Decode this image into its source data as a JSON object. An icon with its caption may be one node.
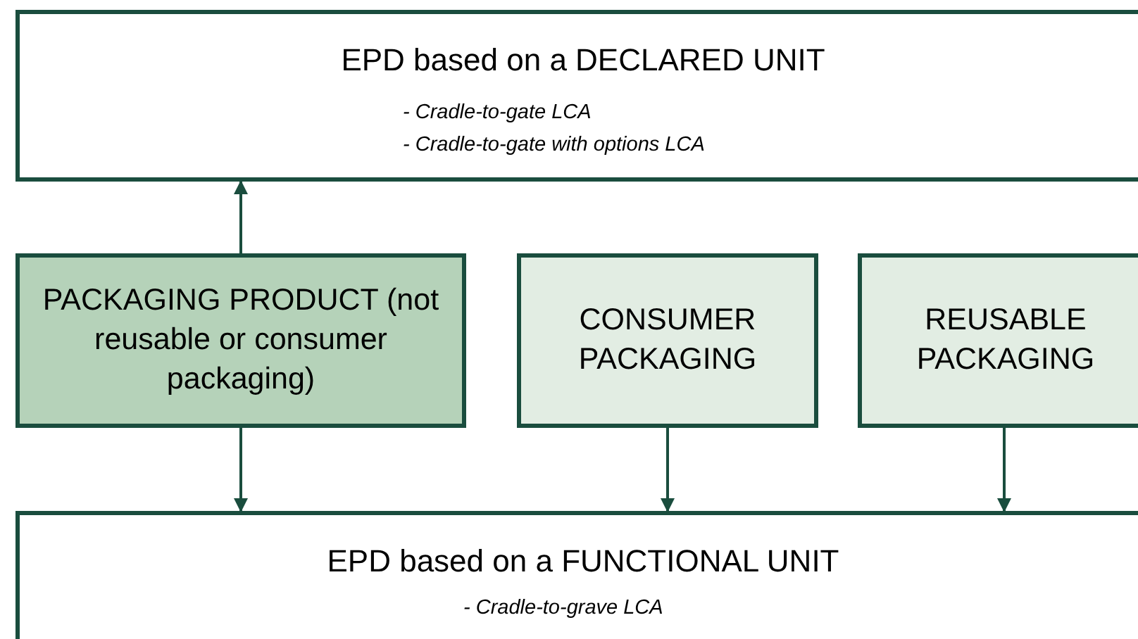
{
  "diagram": {
    "nodes": [
      {
        "text": [
          "EPD based on a DECLARED UNIT",
          "- Cradle-to-gate LCA",
          "- Cradle-to-gate with options LCA"
        ]
      },
      {
        "text": [
          "PACKAGING PRODUCT (not reusable or consumer packaging)"
        ]
      },
      {
        "text": [
          "CONSUMER PACKAGING"
        ]
      },
      {
        "text": [
          "REUSABLE PACKAGING"
        ]
      },
      {
        "text": [
          "EPD based on a FUNCTIONAL UNIT",
          "- Cradle-to-grave LCA"
        ]
      }
    ],
    "edges": [
      {
        "from": 1,
        "to": 0,
        "arrow": "to"
      },
      {
        "from": 1,
        "to": 4,
        "arrow": "to"
      },
      {
        "from": 2,
        "to": 4,
        "arrow": "to"
      },
      {
        "from": 3,
        "to": 4,
        "arrow": "to"
      }
    ]
  }
}
